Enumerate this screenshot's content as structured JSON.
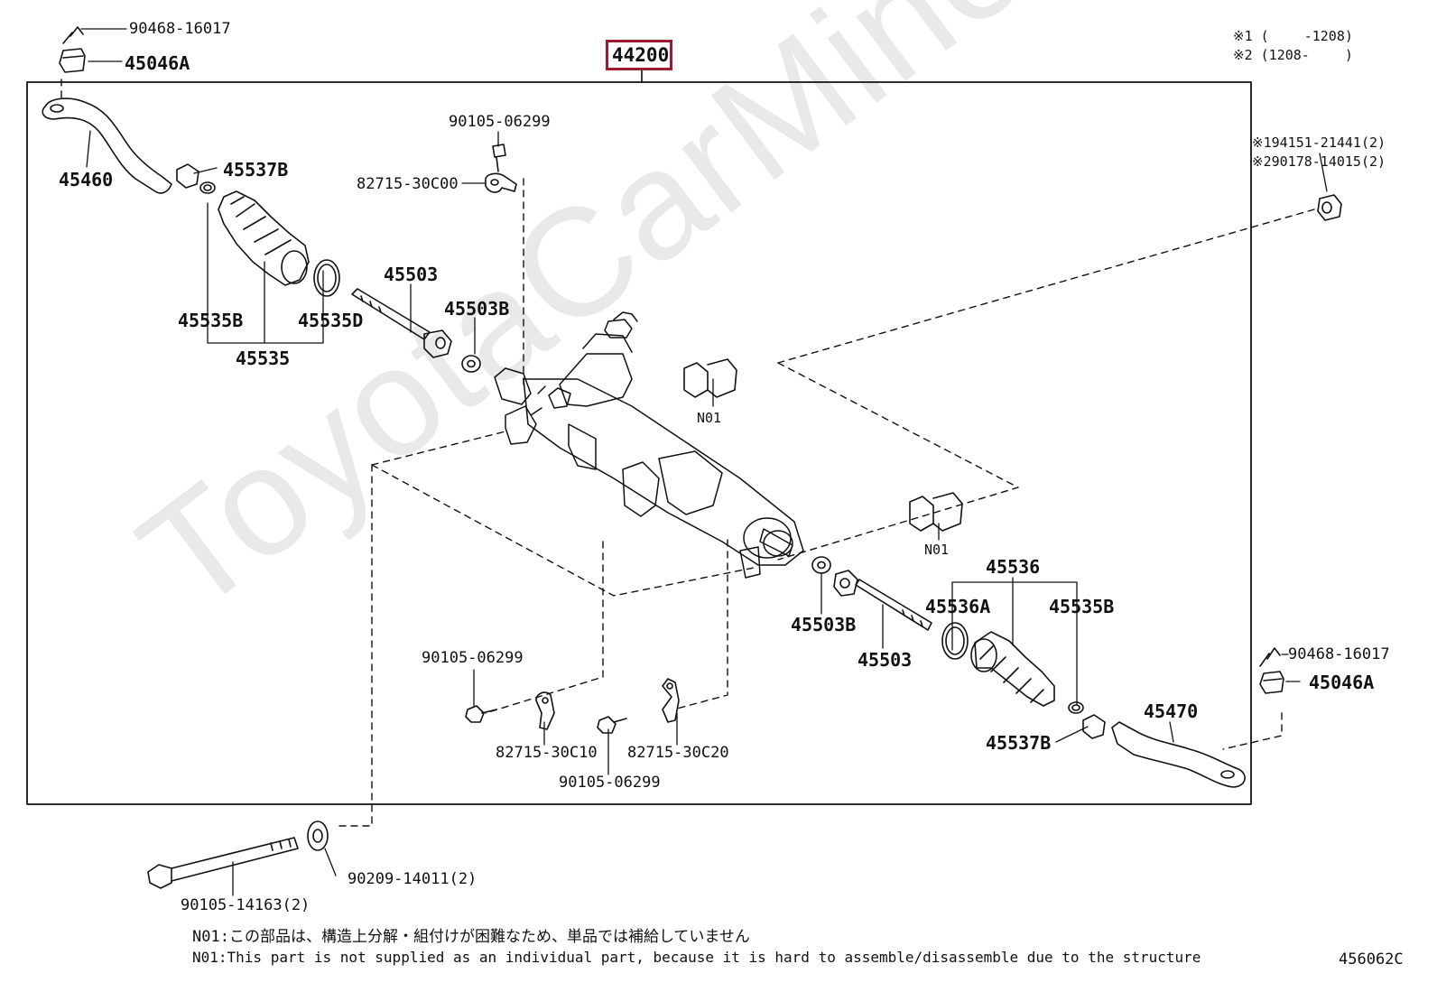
{
  "assembly": {
    "number": "44200"
  },
  "watermark": "ToyotaCarMine.ru",
  "variants": {
    "v1": "※1 (　　 -1208)",
    "v2": "※2 (1208-　　 )"
  },
  "parts": {
    "left_clip": "90468-16017",
    "left_boot_nut": "45046A",
    "left_tie_rod_end": "45460",
    "left_lock_nut": "45537B",
    "left_clamp_small": "45535B",
    "left_boot_assy": "45535",
    "left_clamp_large": "45535D",
    "left_rack_end": "45503",
    "left_washer": "45503B",
    "top_bolt": "90105-06299",
    "top_bracket": "82715-30C00",
    "right_nut_v1": "※194151-21441(2)",
    "right_nut_v2": "※290178-14015(2)",
    "grommet_upper": "N01",
    "grommet_lower": "N01",
    "right_boot_assy": "45536",
    "right_clamp_large": "45536A",
    "right_clamp_small": "45535B",
    "right_washer": "45503B",
    "right_rack_end": "45503",
    "right_clip": "90468-16017",
    "right_boot_nut": "45046A",
    "right_tie_rod_end": "45470",
    "right_lock_nut": "45537B",
    "mid_bolt": "90105-06299",
    "bracket_c10": "82715-30C10",
    "bracket_c20": "82715-30C20",
    "lower_bolt": "90105-06299",
    "long_bolt": "90105-14163(2)",
    "big_washer": "90209-14011(2)"
  },
  "notes": {
    "jp": "N01:この部品は、構造上分解・組付けが困難なため、単品では補給していません",
    "en": "N01:This part is not supplied as an individual part, because it is hard to assemble/disassemble due to the structure"
  },
  "diagram_id": "456062C"
}
